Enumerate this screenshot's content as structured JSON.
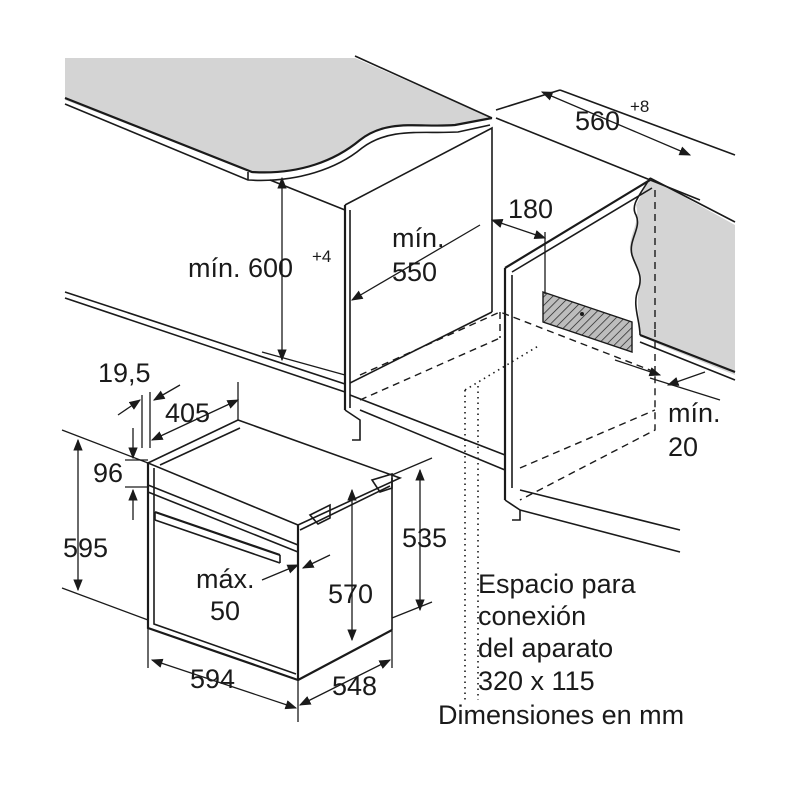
{
  "labels": {
    "width_niche": "560",
    "width_niche_tol": "+8",
    "depth_180": "180",
    "min_550_a": "mín.",
    "min_550_b": "550",
    "min_600": "mín. 600",
    "min_600_tol": "+4",
    "min_20_a": "mín.",
    "min_20_b": "20",
    "d_19_5": "19,5",
    "d_405": "405",
    "d_96": "96",
    "d_595": "595",
    "max_50_a": "máx.",
    "max_50_b": "50",
    "d_570": "570",
    "d_535": "535",
    "d_594": "594",
    "d_548": "548",
    "connection_1": "Espacio para",
    "connection_2": "conexión",
    "connection_3": "del aparato",
    "connection_4": "320 x 115",
    "units": "Dimensiones en mm"
  },
  "colors": {
    "line": "#1a1a1a",
    "worktop_fill": "#d4d4d4",
    "hatch_fill": "#bdbdbd",
    "background": "#ffffff"
  }
}
